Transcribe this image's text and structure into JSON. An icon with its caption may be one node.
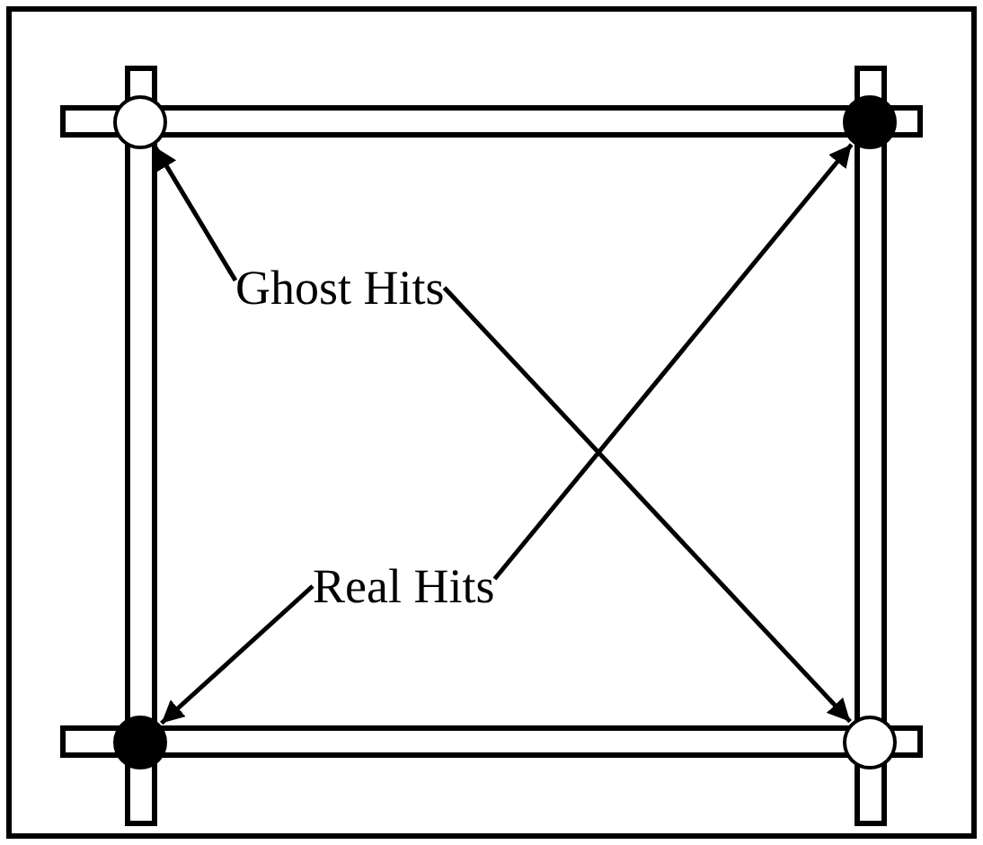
{
  "diagram": {
    "nodes": [
      {
        "text": [],
        "shape": "circle"
      },
      {
        "text": [],
        "shape": "circle"
      },
      {
        "text": [
          "Ghost Hits"
        ]
      },
      {
        "text": [
          "Real Hits"
        ]
      },
      {
        "text": [],
        "shape": "circle"
      },
      {
        "text": [],
        "shape": "circle"
      }
    ],
    "edges": [
      {
        "from": 2,
        "to": 0,
        "arrow": "to"
      },
      {
        "from": 2,
        "to": 5,
        "arrow": "to"
      },
      {
        "from": 3,
        "to": 1,
        "arrow": "to"
      },
      {
        "from": 3,
        "to": 4,
        "arrow": "to"
      }
    ]
  }
}
